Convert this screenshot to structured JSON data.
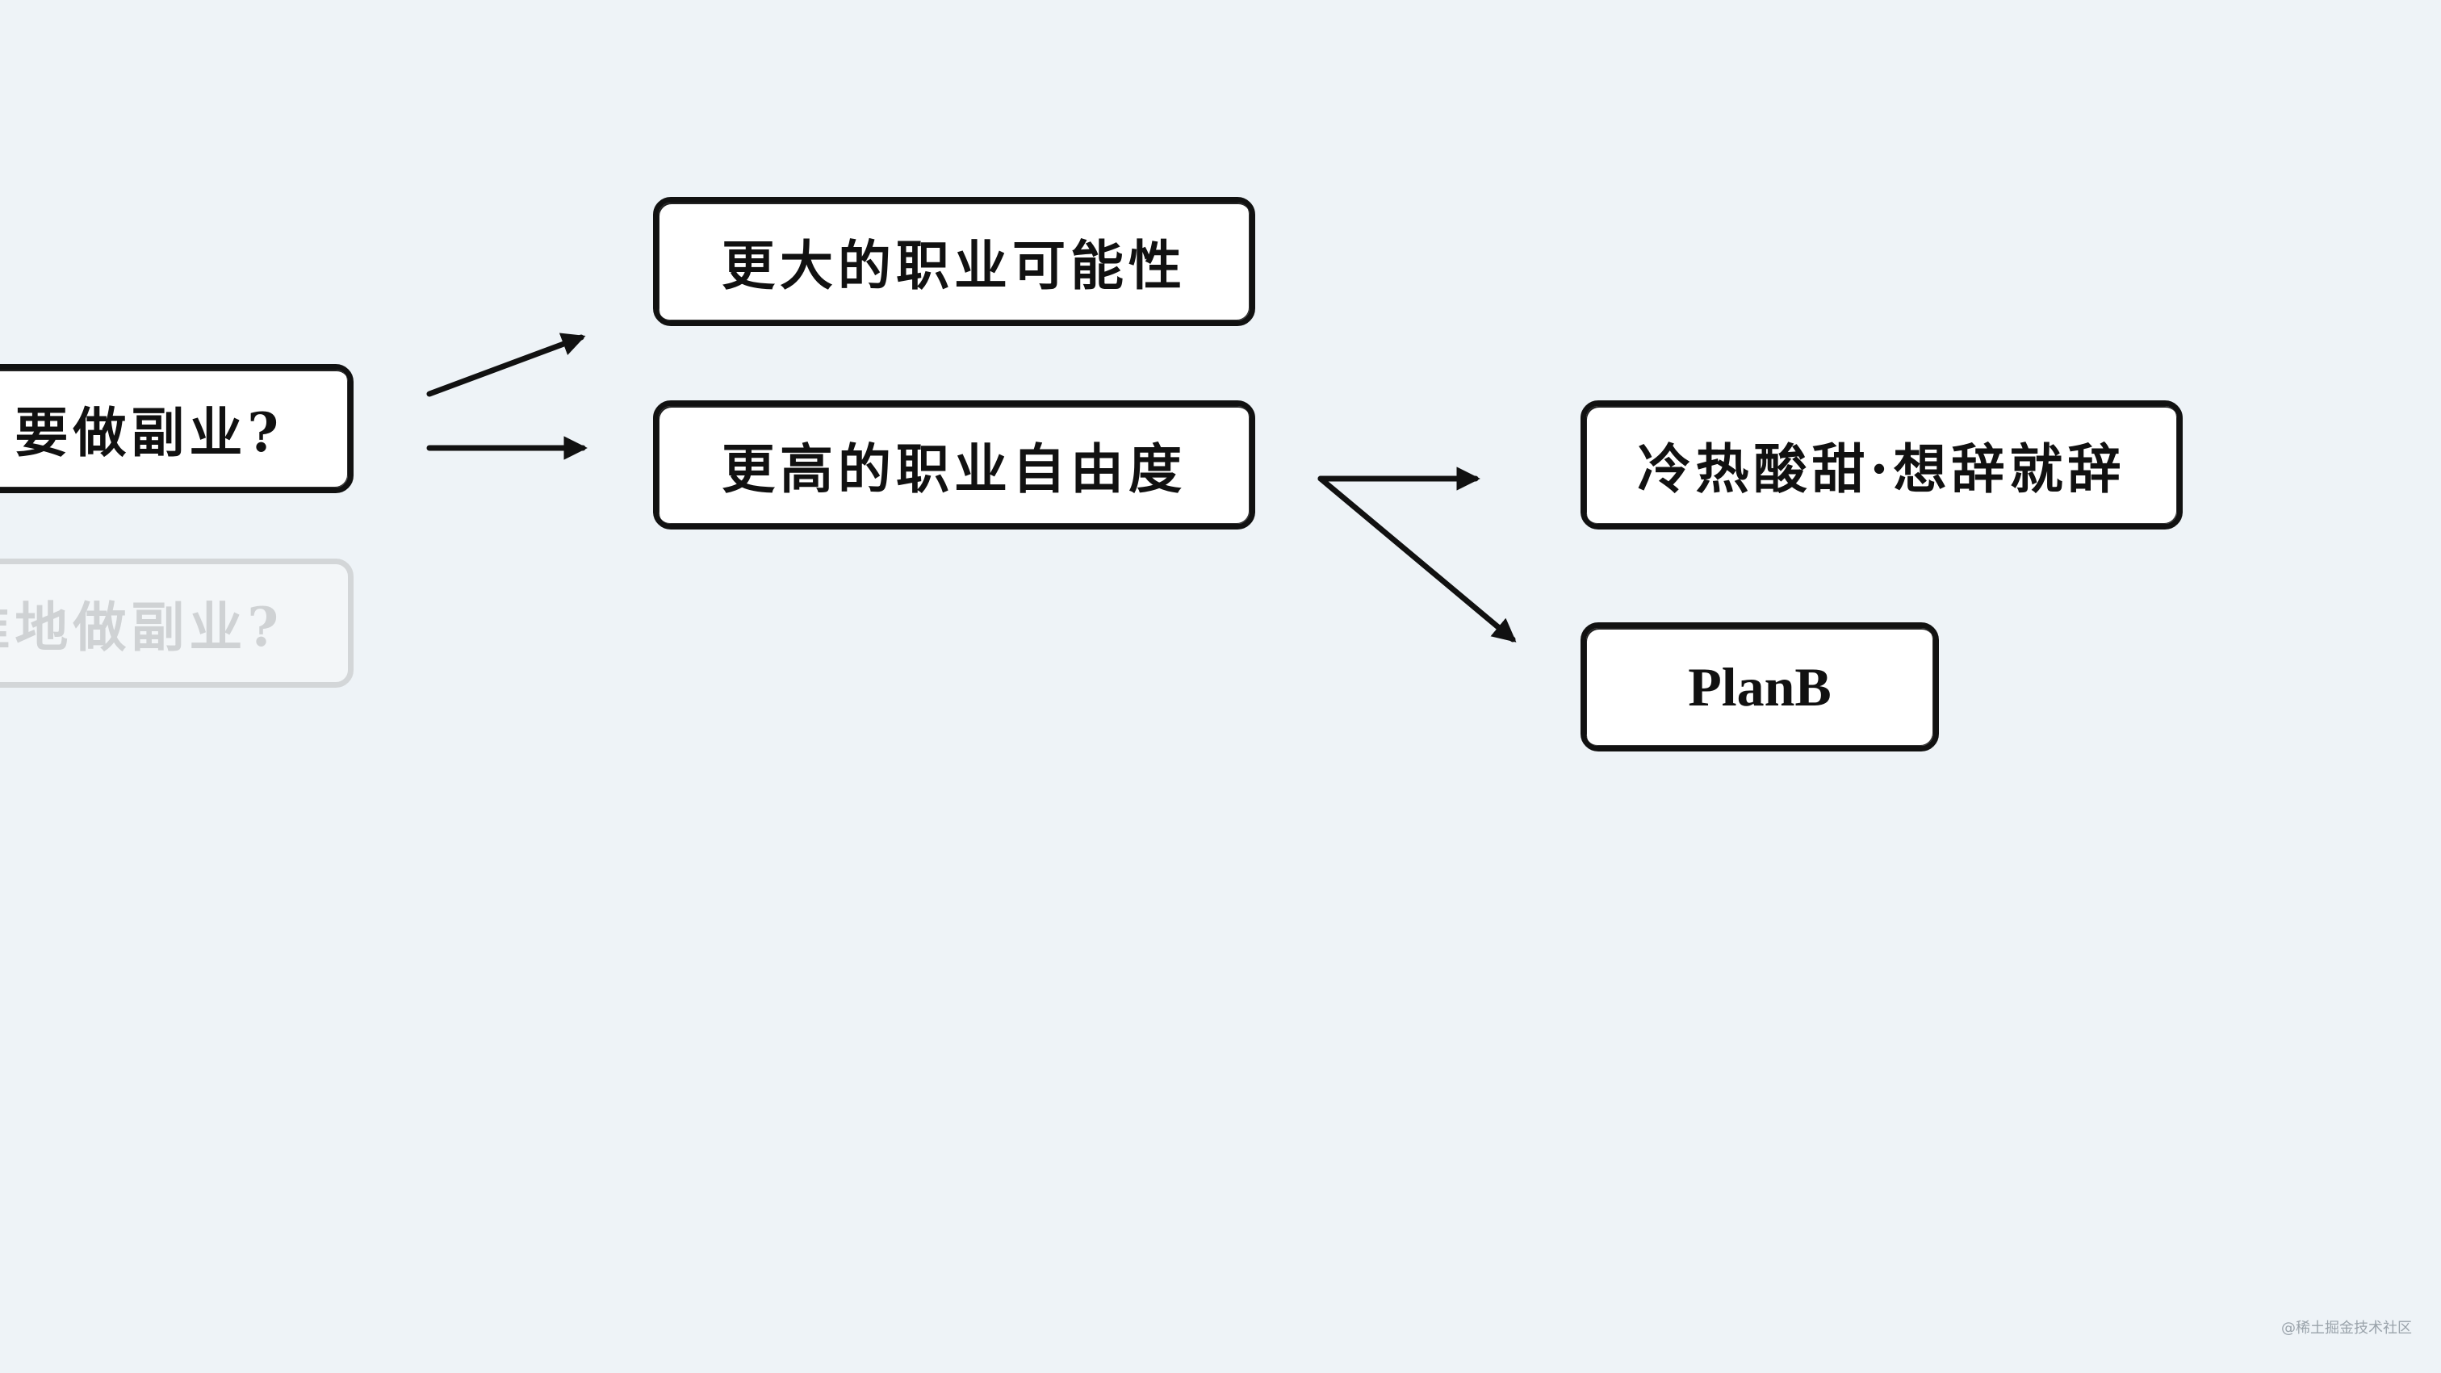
{
  "diagram": {
    "nodes": {
      "question_main": "要做副业?",
      "question_faded": "准地做副业?",
      "career_possibility": "更大的职业可能性",
      "career_freedom": "更高的职业自由度",
      "quit_freely": "冷热酸甜·想辞就辞",
      "plan_b": "PlanB"
    },
    "edges": [
      {
        "from": "question_main",
        "to": "career_possibility"
      },
      {
        "from": "question_main",
        "to": "career_freedom"
      },
      {
        "from": "career_freedom",
        "to": "quit_freely"
      },
      {
        "from": "career_freedom",
        "to": "plan_b"
      }
    ],
    "colors": {
      "background": "#eef3f7",
      "stroke": "#111111",
      "faded": "#d3d6d8"
    }
  },
  "watermark": "@稀土掘金技术社区"
}
